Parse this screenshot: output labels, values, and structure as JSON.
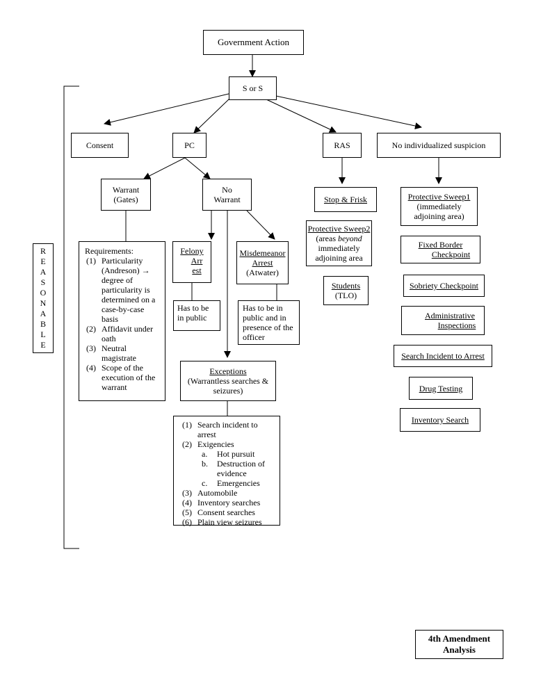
{
  "nodes": {
    "government_action": "Government Action",
    "s_or_s": "S or S",
    "consent": "Consent",
    "pc": "PC",
    "ras": "RAS",
    "no_suspicion": "No individualized suspicion",
    "warrant_line1": "Warrant",
    "warrant_line2": "(Gates)",
    "no_warrant_line1": "No",
    "no_warrant_line2": "Warrant",
    "felony_line1": "Felony",
    "felony_line2": "Arr",
    "felony_line3": "est",
    "misdemeanor_line1": "Misdemeanor",
    "misdemeanor_line2": "Arrest",
    "misdemeanor_line3": "(Atwater)",
    "felony_note": "Has to be in public",
    "misdemeanor_note": "Has to be in public and in presence of the officer",
    "exceptions_line1": "Exceptions",
    "exceptions_line2": "(Warrantless searches & seizures)",
    "stop_frisk": "Stop & Frisk",
    "ps2_title": "Protective Sweep2",
    "ps2_open": "(areas",
    "ps2_beyond": "beyond",
    "ps2_rest": "immediately adjoining area",
    "students_title": "Students",
    "students_sub": "(TLO)",
    "ps1_title": "Protective Sweep1",
    "ps1_sub": "(immediately adjoining area)",
    "fixed_border_line1": "Fixed Border",
    "fixed_border_line2": "Checkpoint",
    "sobriety": "Sobriety Checkpoint",
    "admin_line1": "Administrative",
    "admin_line2": "Inspections",
    "search_incident": "Search Incident to Arrest",
    "drug_testing": "Drug Testing",
    "inventory_search": "Inventory Search",
    "final_title_line1": "4th Amendment",
    "final_title_line2": "Analysis"
  },
  "reasonable_letters": [
    "R",
    "E",
    "A",
    "S",
    "O",
    "N",
    "A",
    "B",
    "L",
    "E"
  ],
  "requirements": {
    "heading": "Requirements:",
    "items": [
      {
        "num": "(1)",
        "text": "Particularity (Andreson) → degree of particularity is determined on a case-by-case basis"
      },
      {
        "num": "(2)",
        "text": "Affidavit under oath"
      },
      {
        "num": "(3)",
        "text": "Neutral magistrate"
      },
      {
        "num": "(4)",
        "text": "Scope of the execution of the warrant"
      }
    ]
  },
  "exceptions_list": {
    "items_before": [
      {
        "num": "(1)",
        "text": "Search incident to arrest"
      },
      {
        "num": "(2)",
        "text": "Exigencies"
      }
    ],
    "exigencies": [
      {
        "num": "a.",
        "text": "Hot pursuit"
      },
      {
        "num": "b.",
        "text": "Destruction of evidence"
      },
      {
        "num": "c.",
        "text": "Emergencies"
      }
    ],
    "items_after": [
      {
        "num": "(3)",
        "text": "Automobile"
      },
      {
        "num": "(4)",
        "text": "Inventory searches"
      },
      {
        "num": "(5)",
        "text": "Consent searches"
      },
      {
        "num": "(6)",
        "text": "Plain view seizures"
      }
    ]
  }
}
